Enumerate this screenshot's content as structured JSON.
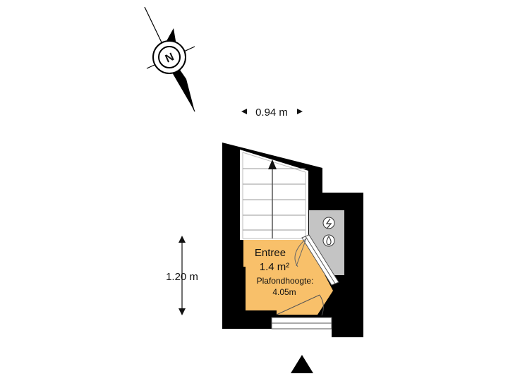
{
  "compass": {
    "letter": "N"
  },
  "dimensions": {
    "width_label": "0.94 m",
    "height_label": "1.20 m"
  },
  "room": {
    "name": "Entree",
    "area": "1.4 m²",
    "ceiling_label": "Plafondhoogte:",
    "ceiling_value": "4.05m",
    "color": "#f8c06a"
  },
  "icons": [
    "electricity-meter-icon",
    "water-meter-icon",
    "entrance-arrow-icon",
    "stair-direction-arrow-icon"
  ]
}
